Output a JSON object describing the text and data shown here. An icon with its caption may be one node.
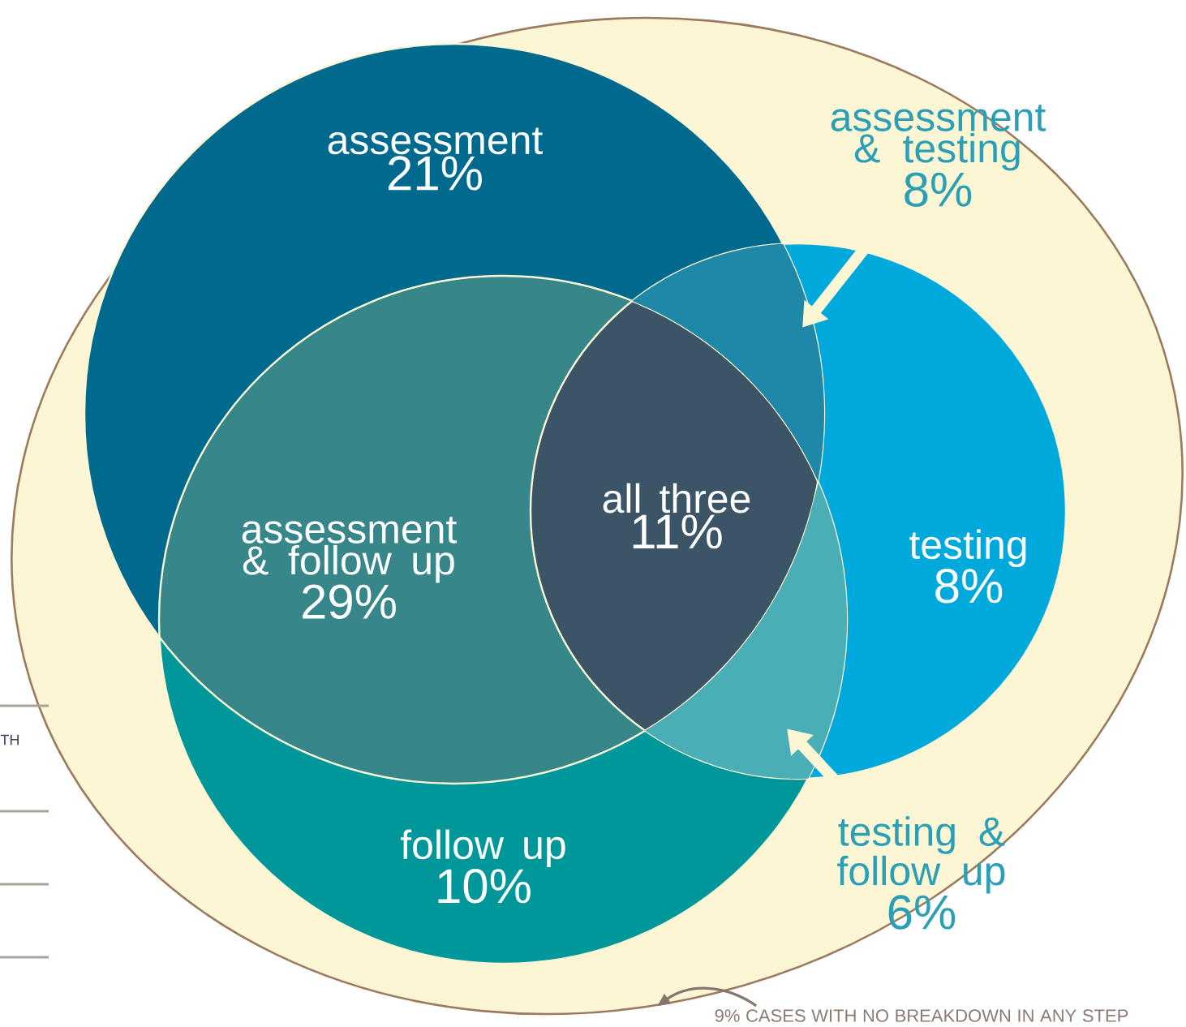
{
  "diagram": {
    "nodes": [
      {
        "text": [],
        "shape": "ellipse"
      },
      {
        "text": [
          "assessment",
          "21%"
        ],
        "in": 0
      },
      {
        "text": [
          "assessment & testing",
          "8%"
        ],
        "in": 0
      },
      {
        "text": [],
        "shape": "lens",
        "in": 0
      },
      {
        "text": [
          "assessment & follow up",
          "29%"
        ],
        "in": 0
      },
      {
        "text": [
          "all three",
          "11%"
        ],
        "in": 0
      },
      {
        "text": [
          "testing",
          "8%"
        ],
        "in": 0
      },
      {
        "text": [],
        "shape": "lens",
        "in": 0
      },
      {
        "text": [
          "follow up",
          "10%"
        ],
        "in": 0
      },
      {
        "text": [
          "testing & follow up",
          "6%"
        ],
        "in": 0
      },
      {
        "text": [
          "9% CASES WITH NO BREAKDOWN IN ANY STEP"
        ]
      }
    ],
    "edges": [
      {
        "from": 2,
        "to": 3,
        "arrow": "to"
      },
      {
        "from": 9,
        "to": 7,
        "arrow": "to"
      },
      {
        "from": 10,
        "to": 0,
        "arrow": "to",
        "color": "#85776d"
      }
    ],
    "labels": [
      "TH"
    ]
  }
}
